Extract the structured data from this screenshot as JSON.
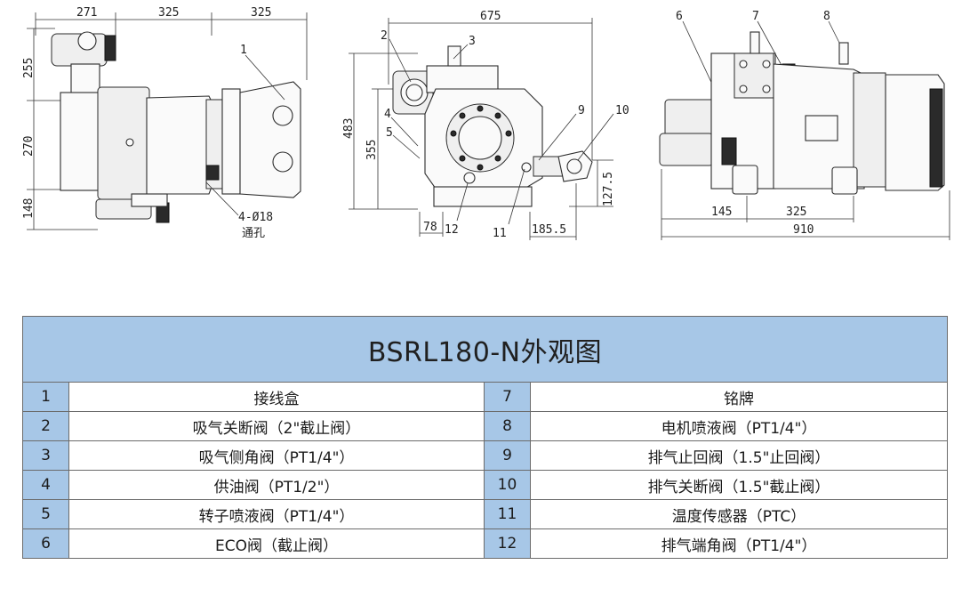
{
  "table": {
    "title": "BSRL180-N外观图",
    "rows": [
      {
        "left_num": "1",
        "left_text": "接线盒",
        "right_num": "7",
        "right_text": "铭牌"
      },
      {
        "left_num": "2",
        "left_text": "吸气关断阀（2\"截止阀）",
        "right_num": "8",
        "right_text": "电机喷液阀（PT1/4\"）"
      },
      {
        "left_num": "3",
        "left_text": "吸气侧角阀（PT1/4\"）",
        "right_num": "9",
        "right_text": "排气止回阀（1.5\"止回阀）"
      },
      {
        "left_num": "4",
        "left_text": "供油阀（PT1/2\"）",
        "right_num": "10",
        "right_text": "排气关断阀（1.5\"截止阀）"
      },
      {
        "left_num": "5",
        "left_text": "转子喷液阀（PT1/4\"）",
        "right_num": "11",
        "right_text": "温度传感器（PTC）"
      },
      {
        "left_num": "6",
        "left_text": "ECO阀（截止阀）",
        "right_num": "12",
        "right_text": "排气端角阀（PT1/4\"）"
      }
    ]
  },
  "drawing": {
    "side_view": {
      "dim_top": [
        "271",
        "325",
        "325"
      ],
      "dim_left": [
        "255",
        "270",
        "148"
      ],
      "callout": "1",
      "hole_note_1": "4-Ø18",
      "hole_note_2": "通孔"
    },
    "front_view": {
      "dim_width": "675",
      "dim_height_total": "483",
      "dim_height_mid": "355",
      "dim_bottom_left": "78",
      "dim_bottom_right": "185.5",
      "dim_right": "127.5",
      "callouts": [
        "2",
        "3",
        "4",
        "5",
        "9",
        "10",
        "12",
        "11"
      ]
    },
    "top_view": {
      "callouts": [
        "6",
        "7",
        "8"
      ],
      "dim_a": "145",
      "dim_b": "325",
      "dim_total": "910"
    }
  }
}
